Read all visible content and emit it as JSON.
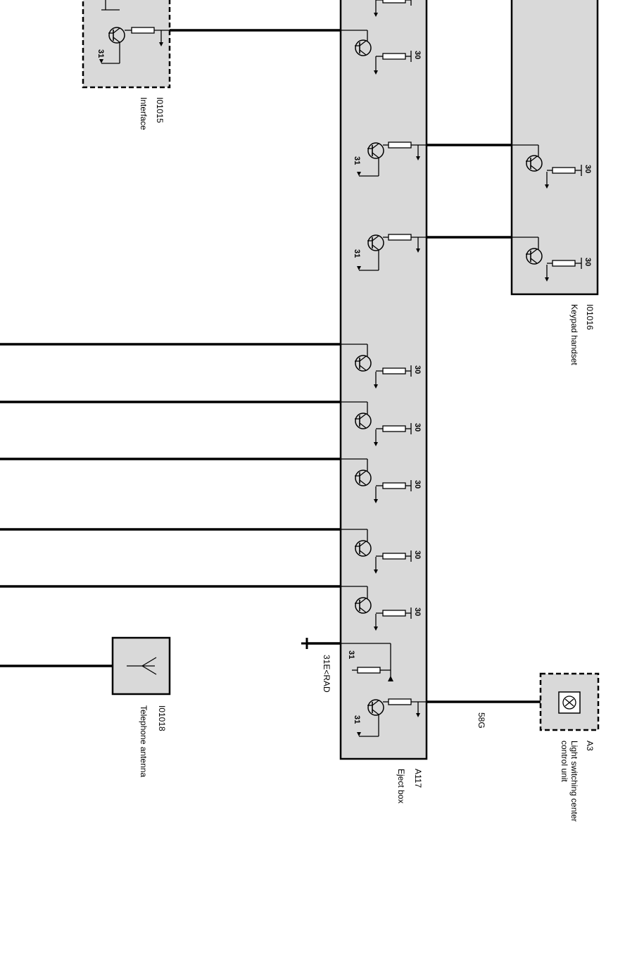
{
  "components": {
    "interface": {
      "code": "I01015",
      "name": "Interface"
    },
    "keypad": {
      "code": "I01016",
      "name": "Keypad handset"
    },
    "eject_box": {
      "code": "A117",
      "name": "Eject box"
    },
    "antenna": {
      "code": "I01018",
      "name": "Telephone antenna"
    },
    "light_switch": {
      "code": "A3",
      "name_line1": "Light switching center",
      "name_line2": "control unit"
    }
  },
  "wire_labels": {
    "ground": "31E<RAD",
    "signal": "58G"
  },
  "pins": {
    "supply": "30",
    "ground": "31"
  }
}
